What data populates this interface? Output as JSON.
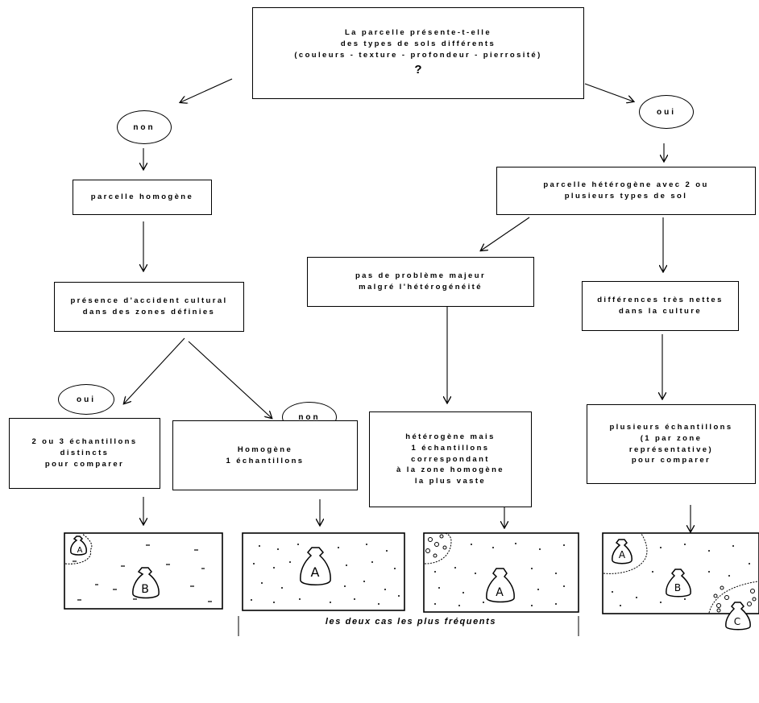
{
  "root_question": {
    "lines": "La parcelle présente-t-elle\ndes types de sols différents\n(couleurs - texture - profondeur - pierrosité)",
    "qmark": "?"
  },
  "answers": {
    "non_1": "non",
    "oui_1": "oui",
    "oui_2": "oui",
    "non_2": "non"
  },
  "left_branch": {
    "homogeneous": "parcelle homogène",
    "accident": "présence d'accident cultural\ndans des zones définies",
    "oui_case": "2 ou 3 échantillons\ndistincts\npour comparer",
    "non_case": "Homogène\n1 échantillons"
  },
  "right_branch": {
    "heterogeneous": "parcelle hétérogène avec 2 ou\nplusieurs types de sol",
    "no_problem": "pas de problème majeur\nmalgré l'hétérogénéité",
    "hetero_sample": "hétérogène mais\n1 échantillons\ncorrespondant\nà la zone homogène\nla plus vaste",
    "differences": "différences très nettes\ndans la culture",
    "many_samples": "plusieurs échantillons\n(1 par zone\nreprésentative)\npour comparer"
  },
  "field_labels": {
    "field1_a": "A",
    "field1_b": "B",
    "field2_a": "A",
    "field3_a": "A",
    "field4_a": "A",
    "field4_b": "B",
    "field4_c": "C"
  },
  "footer": "les deux cas les plus fréquents"
}
